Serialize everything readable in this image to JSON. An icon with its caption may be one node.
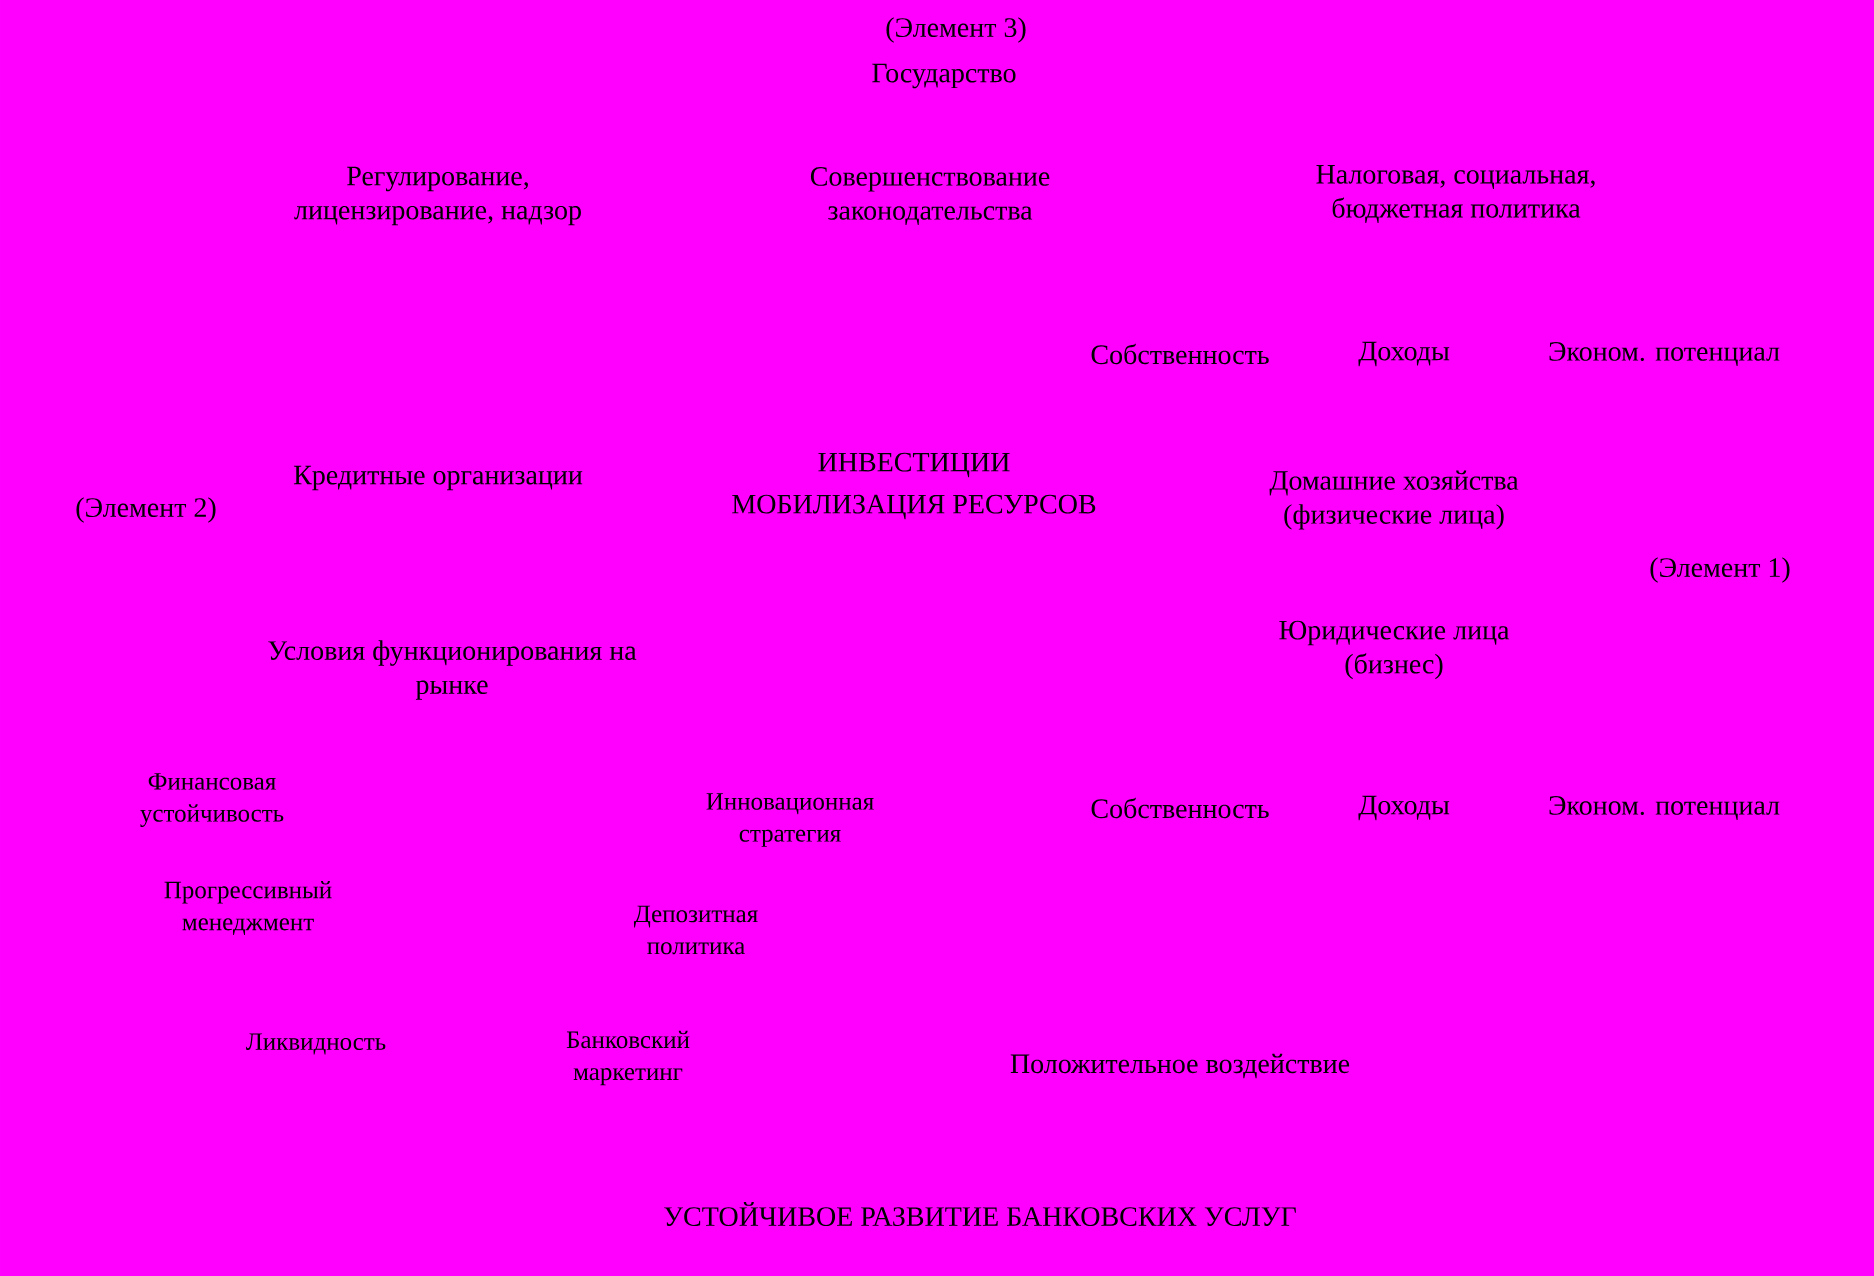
{
  "diagram": {
    "labels": [
      "(Элемент 3)",
      "Государство",
      "Регулирование, лицензирование, надзор",
      "Совершенствование законодательства",
      "Налоговая, социальная, бюджетная политика",
      "Собственность",
      "Доходы",
      "Эконом. потенциал",
      "(Элемент 2)",
      "Кредитные организации",
      "ИНВЕСТИЦИИ МОБИЛИЗАЦИЯ РЕСУРСОВ",
      "Домашние хозяйства (физические лица)",
      "(Элемент 1)",
      "Условия функционирования на рынке",
      "Юридические лица (бизнес)",
      "Финансовая устойчивость",
      "Инновационная стратегия",
      "Собственность",
      "Доходы",
      "Эконом. потенциал",
      "Прогрессивный менеджмент",
      "Депозитная политика",
      "Ликвидность",
      "Банковский маркетинг",
      "Положительное воздействие",
      "УСТОЙЧИВОЕ РАЗВИТИЕ БАНКОВСКИХ УСЛУГ"
    ]
  }
}
